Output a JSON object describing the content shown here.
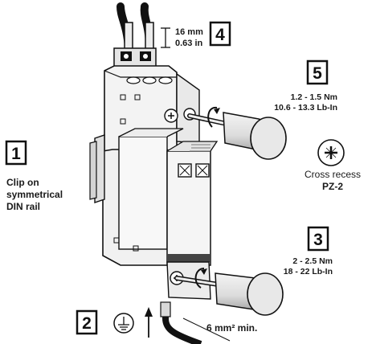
{
  "steps": {
    "s1": {
      "num": "1",
      "l1": "Clip on",
      "l2": "symmetrical",
      "l3": "DIN rail"
    },
    "s2": {
      "num": "2",
      "wire": "6 mm² min."
    },
    "s3": {
      "num": "3",
      "l1": "2 - 2.5 Nm",
      "l2": "18 - 22 Lb-In"
    },
    "s4": {
      "num": "4",
      "l1": "16 mm",
      "l2": "0.63 in"
    },
    "s5": {
      "num": "5",
      "l1": "1.2 - 1.5 Nm",
      "l2": "10.6 - 13.3 Lb-In"
    }
  },
  "screw_head": {
    "l1": "Cross recess",
    "l2": "PZ-2"
  },
  "icons": [
    "ground-symbol-icon",
    "up-arrow-icon",
    "screwdriver-icon",
    "cross-recess-screw-icon"
  ]
}
